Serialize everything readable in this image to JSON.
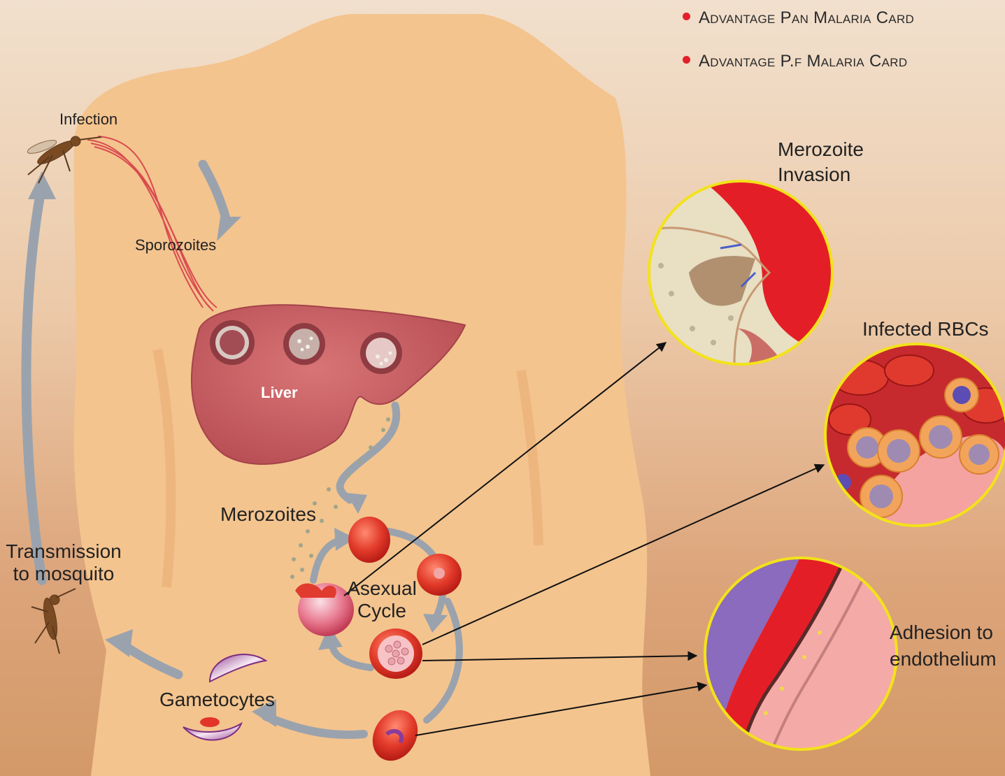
{
  "legend": {
    "items": [
      {
        "label": "Advantage Pan Malaria Card",
        "bullet_color": "#e2202b"
      },
      {
        "label": "Advantage P.f Malaria Card",
        "bullet_color": "#e2202b"
      }
    ]
  },
  "labels": {
    "infection": "Infection",
    "sporozoites": "Sporozoites",
    "liver": "Liver",
    "merozoites": "Merozoites",
    "transmission_line1": "Transmission",
    "transmission_line2": "to mosquito",
    "asexual_line1": "Asexual",
    "asexual_line2": "Cycle",
    "gametocytes": "Gametocytes",
    "merozoite_invasion_line1": "Merozoite",
    "merozoite_invasion_line2": "Invasion",
    "infected_rbcs": "Infected RBCs",
    "adhesion_line1": "Adhesion to",
    "adhesion_line2": "endothelium"
  },
  "colors": {
    "body": "#f4c48e",
    "liver": "#c85a5f",
    "rbc": "#e03a2e",
    "arrow": "#9aa3ad",
    "callout_border": "#f3e21a",
    "blood_red": "#e41e26"
  }
}
